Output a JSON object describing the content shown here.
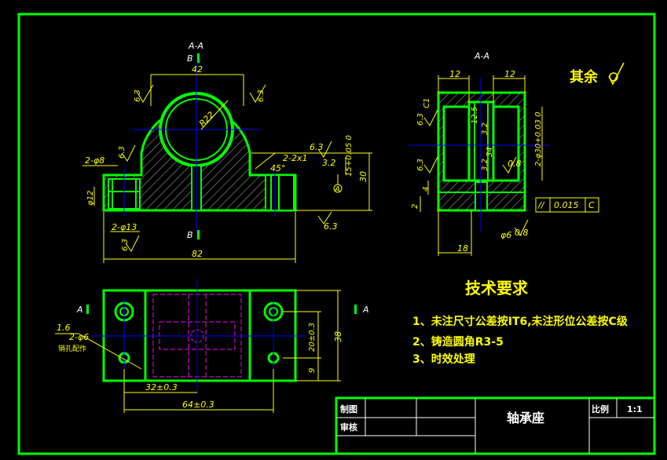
{
  "drawing": {
    "section_label_front": "A-A",
    "section_label_side": "A-A",
    "cut_letter_b": "B",
    "cut_letter_a": "A",
    "datum_letter": "A"
  },
  "front_view": {
    "dim_42": "42",
    "dim_82": "82",
    "dim_r22": "R22",
    "dim_2_phi8": "2-φ8",
    "dim_2_phi13": "2-φ13",
    "dim_2_2x1": "2-2x1",
    "dim_45deg": "45°",
    "dim_30": "30",
    "dim_15": "15+0.05 0",
    "dim_phi12": "φ12",
    "rough_63_a": "6.3",
    "rough_63_b": "6.3",
    "rough_63_c": "6.3",
    "rough_63_d": "6.3",
    "rough_63_e": "6.3",
    "rough_63_f": "6.3",
    "rough_32": "3.2"
  },
  "side_view": {
    "dim_12_left": "12",
    "dim_12_right": "12",
    "dim_18": "18",
    "dim_phi6": "φ6",
    "dim_phi30": "2-φ30+0.03 0",
    "dim_c1": "C1",
    "dim_25": "12.5",
    "dim_32": "3.2",
    "dim_34": "34",
    "dim_32b": "3.2",
    "dim_09a": "0.8",
    "dim_09b": "0.8",
    "dim_4": "4",
    "dim_2": "2",
    "dim_63a": "6.3",
    "dim_63b": "6.3",
    "tol_symbol": "//",
    "tol_value": "0.015",
    "tol_datum": "C",
    "remaining_label": "其余"
  },
  "top_view": {
    "dim_32": "32±0.3",
    "dim_64": "64±0.3",
    "dim_38": "38",
    "dim_20": "20±0.3",
    "dim_9": "9",
    "dim_16": "1.6",
    "dim_2phi6": "2-φ6",
    "note_pin": "销孔配作"
  },
  "notes": {
    "heading": "技术要求",
    "items": [
      "1、未注尺寸公差按IT6,未注形位公差按C级",
      "2、铸造圆角R3-5",
      "3、时效处理"
    ]
  },
  "title_block": {
    "drawn_label": "制图",
    "checked_label": "审核",
    "part_name": "轴承座",
    "scale_label": "比例",
    "scale_value": "1:1"
  },
  "colors": {
    "outline": "#00ff00",
    "dimension": "#ffff00",
    "centerline": "#0000ff",
    "hidden": "#ff00ff",
    "hatch": "#ffffff",
    "background": "#000000"
  }
}
